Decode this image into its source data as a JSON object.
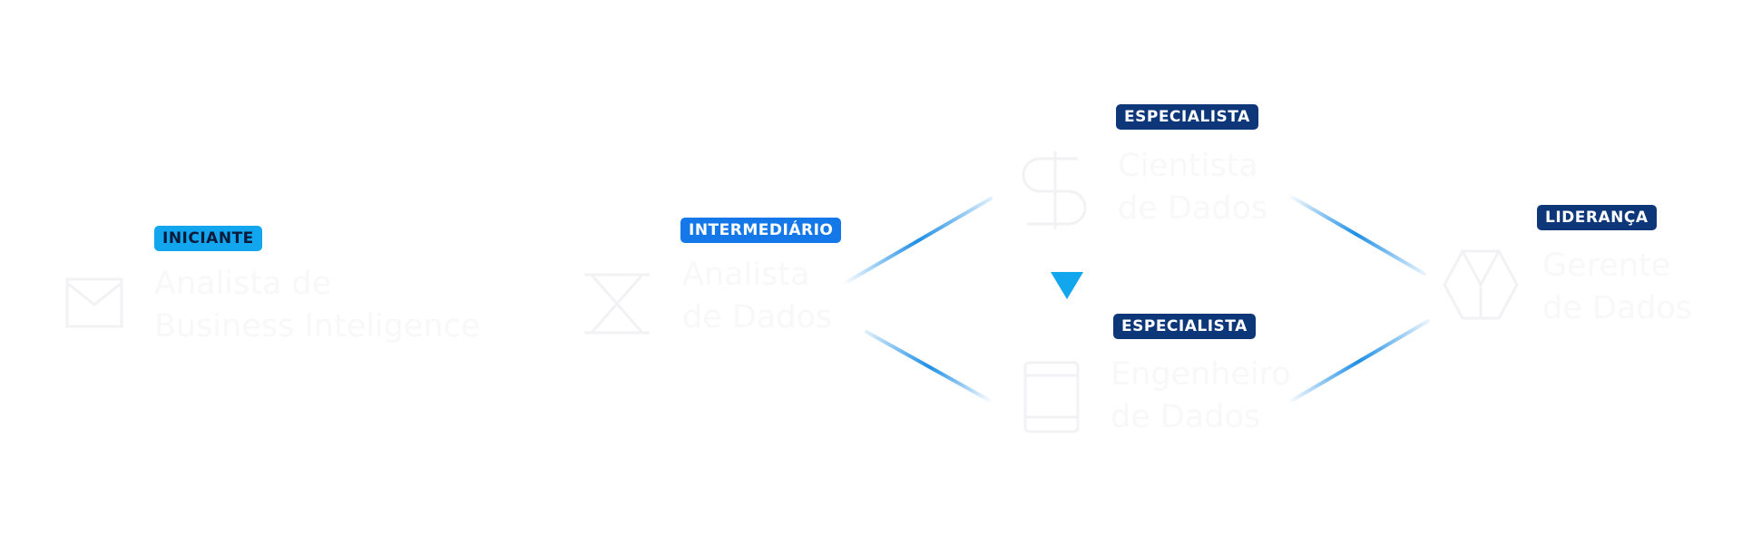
{
  "colors": {
    "line": "#1e8fe6",
    "ghost_text": "#f8f8f9",
    "ghost_icon": "#f2f2f4",
    "iniciante": "#12a6ee",
    "intermediario": "#1478e8",
    "especialista": "#0d3778",
    "pointer": "#12a6ee"
  },
  "nodes": {
    "bi_analyst": {
      "level": "INICIANTE",
      "title_line1": "Analista de",
      "title_line2": "Business Inteligence",
      "icon": "envelope-icon"
    },
    "data_analyst": {
      "level": "INTERMEDIÁRIO",
      "title_line1": "Analista",
      "title_line2": "de Dados",
      "icon": "hourglass-icon"
    },
    "data_scientist": {
      "level": "ESPECIALISTA",
      "title_line1": "Cientista",
      "title_line2": "de Dados",
      "icon": "dollar-icon"
    },
    "data_engineer": {
      "level": "ESPECIALISTA",
      "title_line1": "Engenheiro",
      "title_line2": "de Dados",
      "icon": "phone-icon"
    },
    "data_manager": {
      "level": "LIDERANÇA",
      "title_line1": "Gerente",
      "title_line2": "de Dados",
      "icon": "hexagon-cube-icon"
    }
  },
  "pointer_icon": "triangle-down-icon"
}
